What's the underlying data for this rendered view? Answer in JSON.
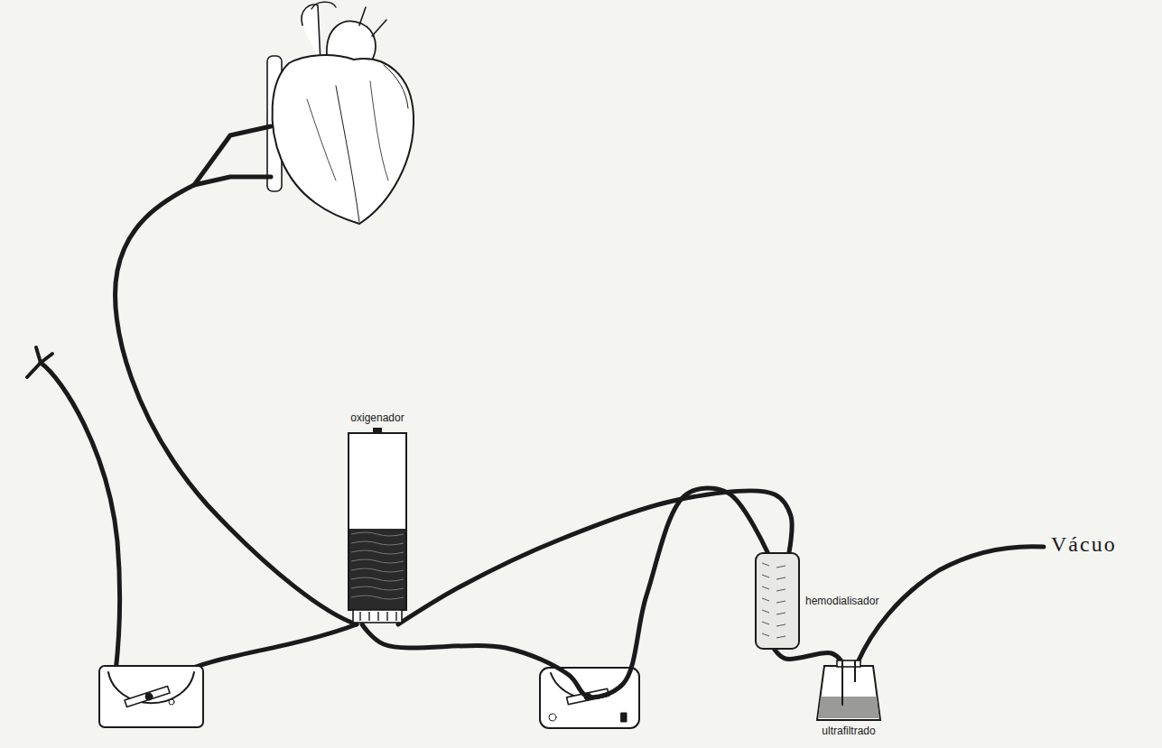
{
  "diagram": {
    "nodes": [
      {
        "text": [
          "oxigenador"
        ]
      },
      {
        "text": [
          "hemodialisador"
        ]
      },
      {
        "text": [
          "ultrafiltrado"
        ]
      }
    ],
    "edges": [
      {
        "from": 0,
        "to": 1,
        "arrow": "none"
      },
      {
        "from": 1,
        "to": 0,
        "arrow": "none"
      },
      {
        "from": 1,
        "to": 2,
        "arrow": "none"
      }
    ],
    "labels": [
      "Vácuo"
    ]
  }
}
